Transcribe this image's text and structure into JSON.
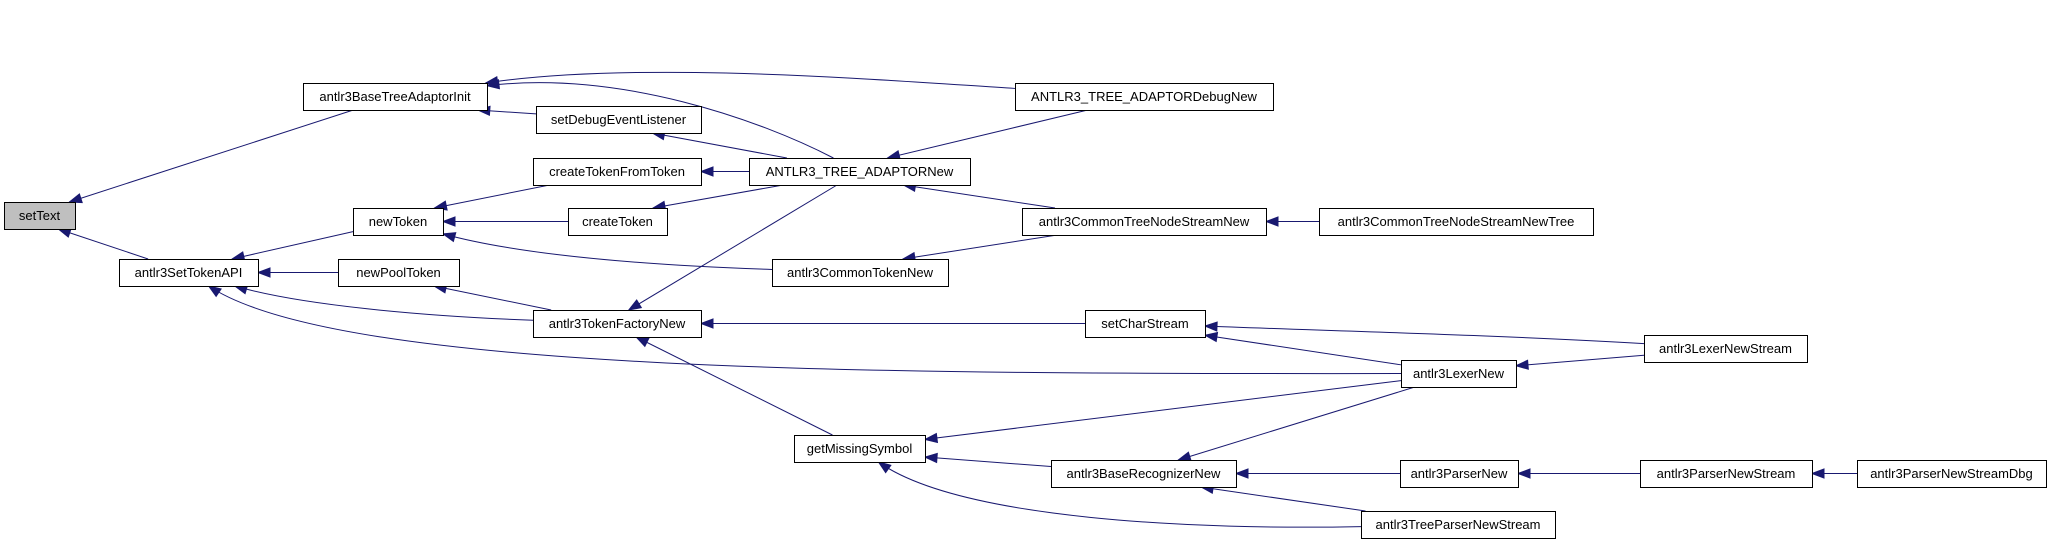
{
  "graph": {
    "node_fill": "#ffffff",
    "root_fill": "#bfbfbf",
    "edge_color": "#191970",
    "nodes": [
      {
        "id": "setText",
        "label": "setText",
        "root": true
      },
      {
        "id": "baseTreeAdaptorInit",
        "label": "antlr3BaseTreeAdaptorInit"
      },
      {
        "id": "setTokenAPI",
        "label": "antlr3SetTokenAPI"
      },
      {
        "id": "setDebugEventListener",
        "label": "setDebugEventListener"
      },
      {
        "id": "newToken",
        "label": "newToken"
      },
      {
        "id": "newPoolToken",
        "label": "newPoolToken"
      },
      {
        "id": "createTokenFromToken",
        "label": "createTokenFromToken"
      },
      {
        "id": "createToken",
        "label": "createToken"
      },
      {
        "id": "tokenFactoryNew",
        "label": "antlr3TokenFactoryNew"
      },
      {
        "id": "treeAdaptorNew",
        "label": "ANTLR3_TREE_ADAPTORNew"
      },
      {
        "id": "commonTokenNew",
        "label": "antlr3CommonTokenNew"
      },
      {
        "id": "getMissingSymbol",
        "label": "getMissingSymbol"
      },
      {
        "id": "treeAdaptorDebugNew",
        "label": "ANTLR3_TREE_ADAPTORDebugNew"
      },
      {
        "id": "commonTreeNodeStreamNew",
        "label": "antlr3CommonTreeNodeStreamNew"
      },
      {
        "id": "setCharStream",
        "label": "setCharStream"
      },
      {
        "id": "baseRecognizerNew",
        "label": "antlr3BaseRecognizerNew"
      },
      {
        "id": "commonTreeNodeStreamNewTree",
        "label": "antlr3CommonTreeNodeStreamNewTree"
      },
      {
        "id": "lexerNew",
        "label": "antlr3LexerNew"
      },
      {
        "id": "parserNew",
        "label": "antlr3ParserNew"
      },
      {
        "id": "treeParserNewStream",
        "label": "antlr3TreeParserNewStream"
      },
      {
        "id": "lexerNewStream",
        "label": "antlr3LexerNewStream"
      },
      {
        "id": "parserNewStream",
        "label": "antlr3ParserNewStream"
      },
      {
        "id": "parserNewStreamDbg",
        "label": "antlr3ParserNewStreamDbg"
      }
    ],
    "edges": [
      {
        "from": "baseTreeAdaptorInit",
        "to": "setText"
      },
      {
        "from": "setTokenAPI",
        "to": "setText"
      },
      {
        "from": "setDebugEventListener",
        "to": "baseTreeAdaptorInit"
      },
      {
        "from": "treeAdaptorNew",
        "to": "baseTreeAdaptorInit"
      },
      {
        "from": "treeAdaptorDebugNew",
        "to": "baseTreeAdaptorInit"
      },
      {
        "from": "newToken",
        "to": "setTokenAPI"
      },
      {
        "from": "newPoolToken",
        "to": "setTokenAPI"
      },
      {
        "from": "tokenFactoryNew",
        "to": "setTokenAPI"
      },
      {
        "from": "lexerNew",
        "to": "setTokenAPI"
      },
      {
        "from": "treeAdaptorNew",
        "to": "setDebugEventListener"
      },
      {
        "from": "createTokenFromToken",
        "to": "newToken"
      },
      {
        "from": "createToken",
        "to": "newToken"
      },
      {
        "from": "commonTokenNew",
        "to": "newToken"
      },
      {
        "from": "tokenFactoryNew",
        "to": "newPoolToken"
      },
      {
        "from": "treeAdaptorNew",
        "to": "createTokenFromToken"
      },
      {
        "from": "treeAdaptorNew",
        "to": "createToken"
      },
      {
        "from": "treeAdaptorNew",
        "to": "tokenFactoryNew"
      },
      {
        "from": "setCharStream",
        "to": "tokenFactoryNew"
      },
      {
        "from": "getMissingSymbol",
        "to": "tokenFactoryNew"
      },
      {
        "from": "treeAdaptorDebugNew",
        "to": "treeAdaptorNew"
      },
      {
        "from": "commonTreeNodeStreamNew",
        "to": "treeAdaptorNew"
      },
      {
        "from": "commonTreeNodeStreamNew",
        "to": "commonTokenNew"
      },
      {
        "from": "commonTreeNodeStreamNewTree",
        "to": "commonTreeNodeStreamNew"
      },
      {
        "from": "lexerNew",
        "to": "setCharStream"
      },
      {
        "from": "lexerNewStream",
        "to": "setCharStream"
      },
      {
        "from": "lexerNew",
        "to": "getMissingSymbol"
      },
      {
        "from": "baseRecognizerNew",
        "to": "getMissingSymbol"
      },
      {
        "from": "treeParserNewStream",
        "to": "getMissingSymbol"
      },
      {
        "from": "lexerNewStream",
        "to": "lexerNew"
      },
      {
        "from": "lexerNew",
        "to": "baseRecognizerNew"
      },
      {
        "from": "parserNew",
        "to": "baseRecognizerNew"
      },
      {
        "from": "treeParserNewStream",
        "to": "baseRecognizerNew"
      },
      {
        "from": "parserNewStream",
        "to": "parserNew"
      },
      {
        "from": "parserNewStreamDbg",
        "to": "parserNewStream"
      }
    ]
  }
}
